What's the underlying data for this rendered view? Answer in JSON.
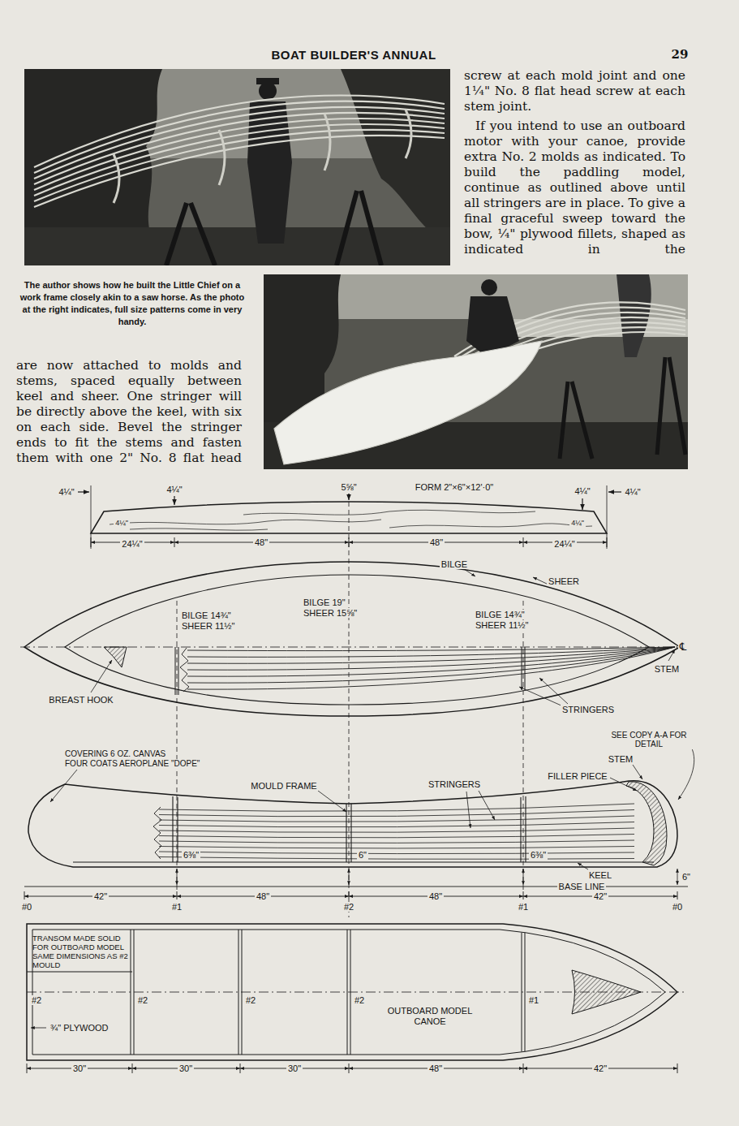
{
  "diagram": {
    "title": "BOAT BUILDER'S ANNUAL",
    "caption": "The author shows how he built the Little Chief on a work frame closely akin to a saw horse. As the photo at the right indicates, full size patterns come in very handy.",
    "labels": [
      "29",
      "screw at each mold joint and one 1¼\" No. 8 flat head screw at each stem joint.",
      "If you intend to use an outboard motor with your canoe, provide extra No. 2 molds as indicated. To build the paddling model, continue as outlined above until all stringers are in place. To give a final graceful sweep toward the bow, ¼\" plywood fillets, shaped as indicated in the",
      "are now attached to molds and stems, spaced equally between keel and sheer. One stringer will be directly above the keel, with six on each side. Bevel the stringer ends to fit the stems and fasten them with one 2\" No. 8 flat head",
      "4¼\"",
      "4¼\"",
      "5⅝\"",
      "FORM 2\"×6\"×12'·0\"",
      "4¼\"",
      "4¼\"",
      "4¼\"",
      "4¼\"",
      "24¼\"",
      "48\"",
      "48\"",
      "24¼\"",
      "BILGE",
      "SHEER",
      "BILGE 14¾\"",
      "SHEER 11½\"",
      "BILGE 19\"",
      "SHEER 15⅝\"",
      "BILGE 14¾\"",
      "SHEER 11½\"",
      "℄",
      "STEM",
      "BREAST HOOK",
      "STRINGERS",
      "SEE COPY A-A FOR DETAIL",
      "COVERING 6 OZ. CANVAS",
      "FOUR COATS AEROPLANE \"DOPE\"",
      "STEM",
      "FILLER PIECE",
      "MOULD FRAME",
      "STRINGERS",
      "KEEL",
      "BASE LINE",
      "6⅜\"",
      "6\"",
      "6⅜\"",
      "6\"",
      "#0",
      "42\"",
      "#1",
      "48\"",
      "#2",
      "48\"",
      "#1",
      "42\"",
      "#0",
      "TRANSOM MADE SOLID FOR OUTBOARD MODEL SAME DIMENSIONS AS #2 MOULD",
      "#2",
      "#2",
      "#2",
      "#2",
      "OUTBOARD MODEL CANOE",
      "#1",
      "¾\" PLYWOOD",
      "30\"",
      "30\"",
      "30\"",
      "48\"",
      "42\""
    ]
  }
}
